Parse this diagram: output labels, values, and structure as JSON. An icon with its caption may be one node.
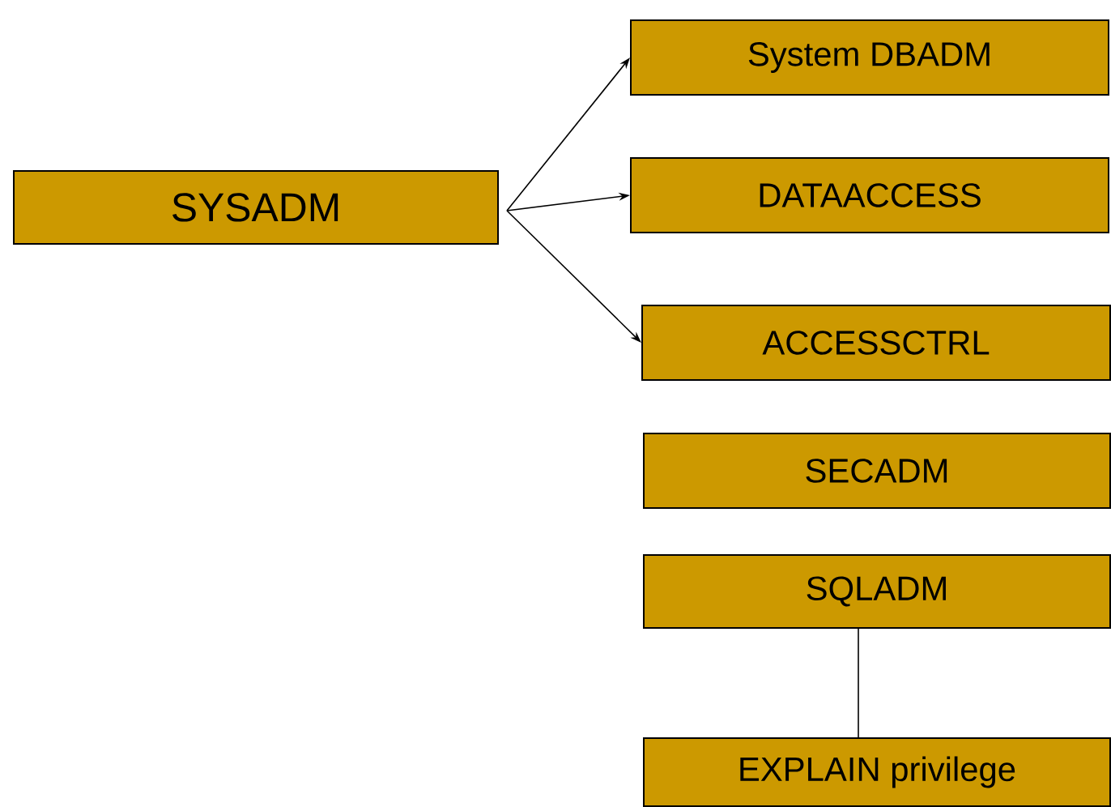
{
  "diagram": {
    "nodes": [
      {
        "text": [
          "SYSADM"
        ]
      },
      {
        "text": [
          "System DBADM"
        ]
      },
      {
        "text": [
          "DATAACCESS"
        ]
      },
      {
        "text": [
          "ACCESSCTRL"
        ]
      },
      {
        "text": [
          "SECADM"
        ]
      },
      {
        "text": [
          "SQLADM"
        ]
      },
      {
        "text": [
          "EXPLAIN privilege"
        ]
      }
    ],
    "edges": [
      {
        "from": 0,
        "to": 1,
        "arrow": "to"
      },
      {
        "from": 0,
        "to": 2,
        "arrow": "to"
      },
      {
        "from": 0,
        "to": 3,
        "arrow": "to"
      },
      {
        "from": 5,
        "to": 6,
        "arrow": "none"
      }
    ]
  }
}
